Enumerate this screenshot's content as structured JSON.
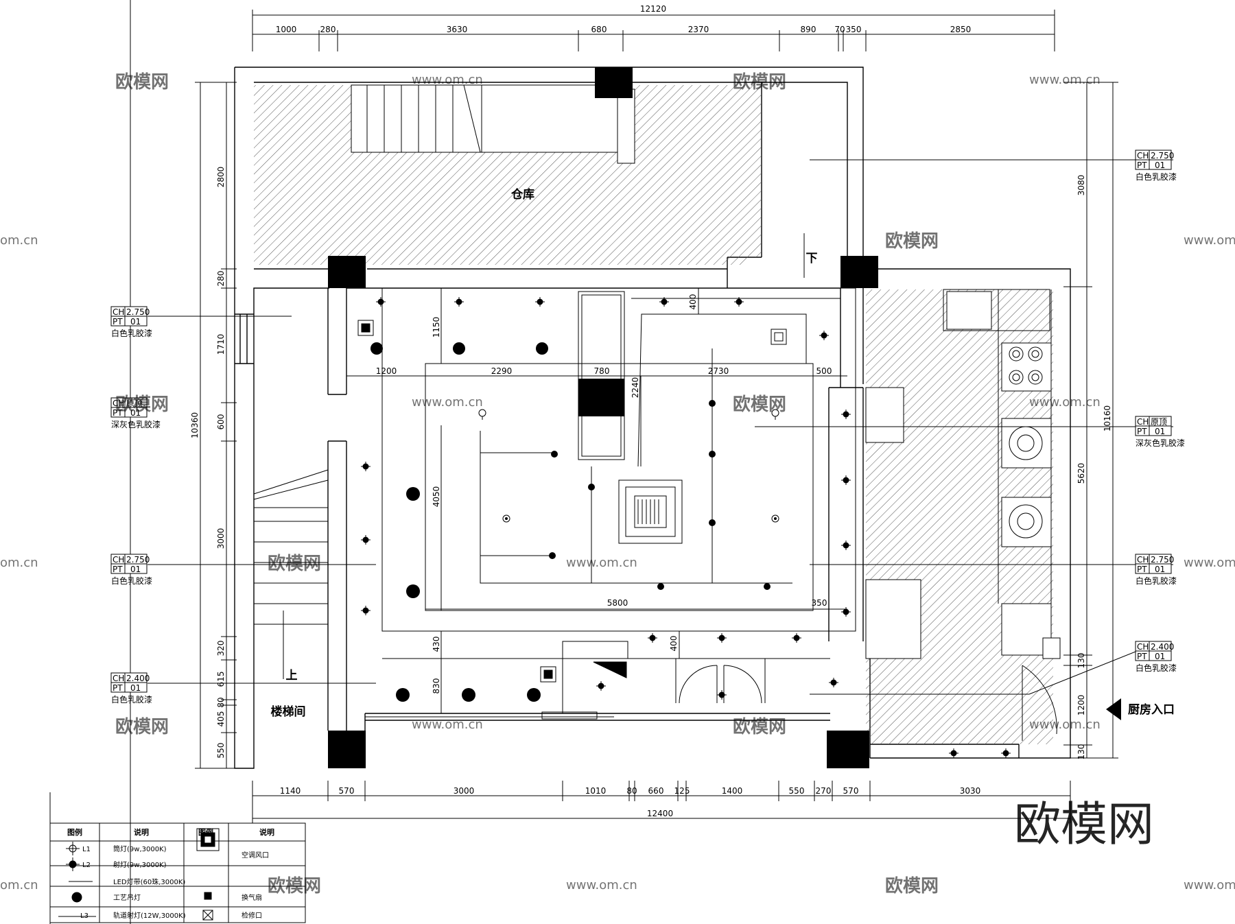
{
  "drawing": {
    "rooms": {
      "storage": "仓库",
      "stairwell": "楼梯间",
      "stair_up_left": "上",
      "stair_down_right": "下"
    },
    "kitchen_entrance": "厨房入口",
    "top_dims": {
      "total": "12120",
      "segments": [
        "1000",
        "280",
        "3630",
        "680",
        "2370",
        "890",
        "70",
        "350",
        "2850"
      ]
    },
    "bottom_dims": {
      "total": "12400",
      "segments": [
        "1140",
        "570",
        "3000",
        "1010",
        "80",
        "660",
        "125",
        "1400",
        "550",
        "270",
        "570",
        "3030"
      ]
    },
    "left_dims": {
      "total": "10360",
      "segments": [
        "2800",
        "280",
        "1710",
        "600",
        "3000",
        "320",
        "615",
        "80",
        "405",
        "550"
      ]
    },
    "right_dims": {
      "total": "10160",
      "segments": [
        "3080",
        "5620",
        "130",
        "1200",
        "130"
      ]
    },
    "interior_dims": [
      "1150",
      "400",
      "1200",
      "2290",
      "780",
      "2730",
      "500",
      "2240",
      "4050",
      "5800",
      "350",
      "430",
      "400",
      "830"
    ],
    "ceiling_tags": [
      {
        "ch": "CH",
        "height": "2.750",
        "pt": "PT",
        "code": "01",
        "material": "白色乳胶漆"
      },
      {
        "ch": "CH",
        "height": "原顶",
        "pt": "PT",
        "code": "01",
        "material": "深灰色乳胶漆"
      },
      {
        "ch": "CH",
        "height": "2.750",
        "pt": "PT",
        "code": "01",
        "material": "白色乳胶漆"
      },
      {
        "ch": "CH",
        "height": "2.400",
        "pt": "PT",
        "code": "01",
        "material": "白色乳胶漆"
      },
      {
        "ch": "CH",
        "height": "2.750",
        "pt": "PT",
        "code": "01",
        "material": "白色乳胶漆"
      },
      {
        "ch": "CH",
        "height": "原顶",
        "pt": "PT",
        "code": "01",
        "material": "深灰色乳胶漆"
      },
      {
        "ch": "CH",
        "height": "2.750",
        "pt": "PT",
        "code": "01",
        "material": "白色乳胶漆"
      },
      {
        "ch": "CH",
        "height": "2.400",
        "pt": "PT",
        "code": "01",
        "material": "白色乳胶漆"
      }
    ]
  },
  "legend": {
    "headers": [
      "图例",
      "说明",
      "图例",
      "说明"
    ],
    "rows": [
      {
        "symbol": "L1",
        "desc": "筒灯(9w,3000K)",
        "symbol2_icon": "ac-vent-icon",
        "desc2": "空调风口"
      },
      {
        "symbol": "L2",
        "desc": "射灯(9w,3000K)",
        "symbol2_icon": "",
        "desc2": ""
      },
      {
        "symbol": "",
        "desc": "LED灯带(60珠,3000K)",
        "symbol2_icon": "",
        "desc2": ""
      },
      {
        "symbol": "",
        "desc": "工艺吊灯",
        "symbol2_icon": "exhaust-fan-icon",
        "desc2": "换气扇"
      },
      {
        "symbol": "L3",
        "desc": "轨道射灯(12W,3000K)",
        "symbol2_icon": "access-panel-icon",
        "desc2": "检修口"
      }
    ]
  },
  "watermarks": {
    "brand_small": "欧模网",
    "url": "www.om.cn",
    "domain": "om.cn",
    "brand_large": "欧模网"
  },
  "colors": {
    "line": "#000000",
    "hatch": "#555555",
    "watermark": "#bfbfbf"
  }
}
